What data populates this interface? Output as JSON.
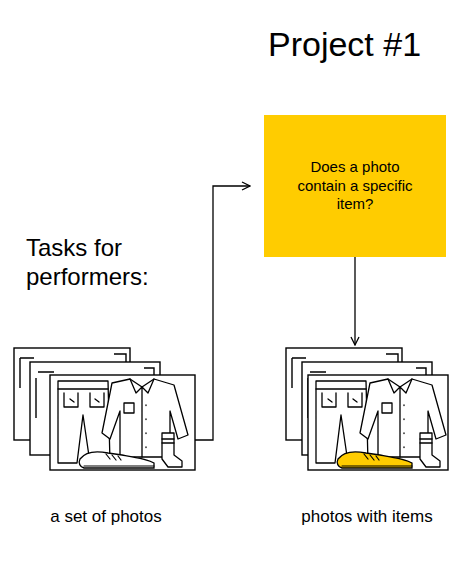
{
  "diagram": {
    "title": "Project #1",
    "nodes": [
      {
        "text": [
          "Does a photo contain a specific item?"
        ]
      },
      {
        "text": [
          "a set of photos"
        ]
      },
      {
        "text": [
          "photos with items"
        ]
      }
    ],
    "edges": [
      {
        "from": 1,
        "to": 0,
        "arrow": "to"
      },
      {
        "from": 0,
        "to": 2,
        "arrow": "to"
      }
    ],
    "labels": [
      "Tasks for performers:"
    ]
  }
}
